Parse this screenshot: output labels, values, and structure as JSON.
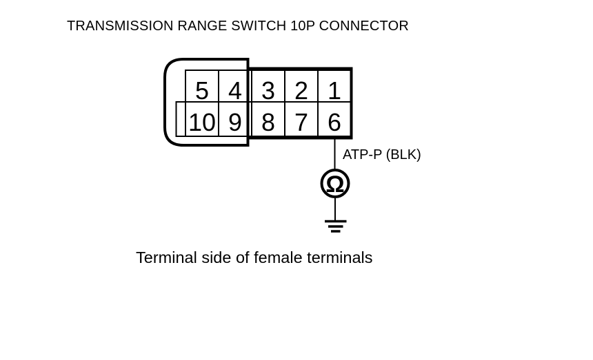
{
  "page": {
    "background": "#ffffff",
    "ink": "#000000"
  },
  "title": "TRANSMISSION RANGE SWITCH 10P CONNECTOR",
  "connector": {
    "description": "10P connector terminal grid",
    "top_row": [
      "5",
      "4",
      "3",
      "2",
      "1"
    ],
    "bottom_row": [
      "10",
      "9",
      "8",
      "7",
      "6"
    ]
  },
  "wire": {
    "label": "ATP-P (BLK)"
  },
  "meter": {
    "symbol": "Ω",
    "icon": "ohmmeter-icon"
  },
  "ground": {
    "icon": "ground-icon"
  },
  "caption": "Terminal side of female terminals"
}
